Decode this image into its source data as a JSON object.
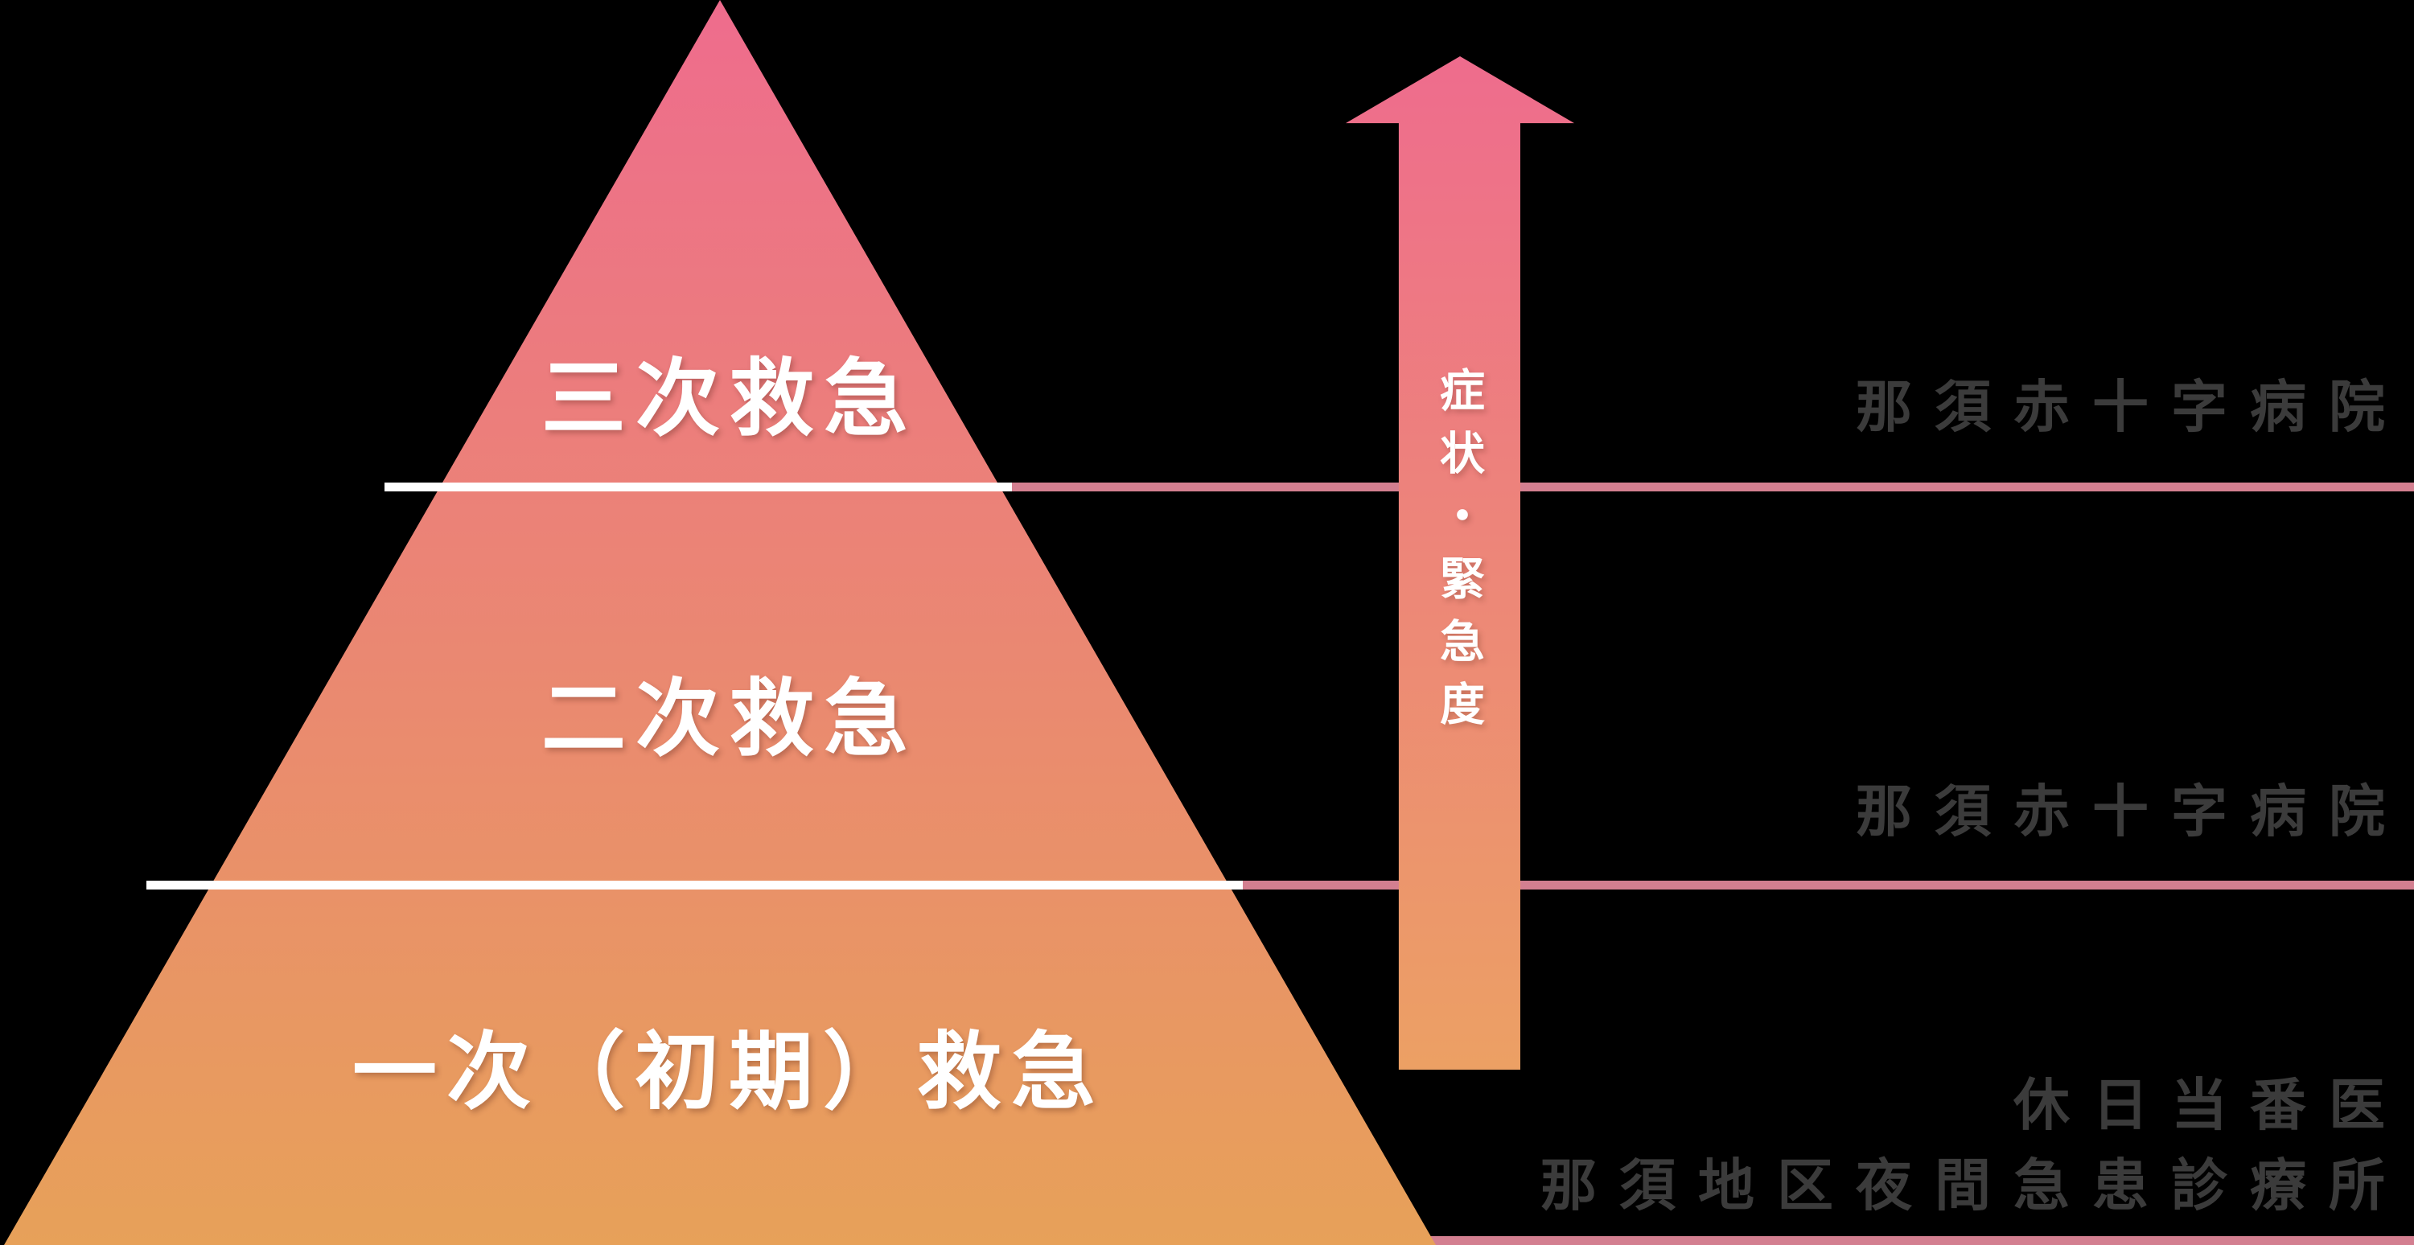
{
  "diagram_title": "emergency-care-levels-pyramid",
  "colors": {
    "background": "#000000",
    "pyramid_gradient_top": "#ee6c8d",
    "pyramid_gradient_bottom": "#e7a159",
    "divider_pink": "#d37f90",
    "divider_white": "#ffffff",
    "pyramid_text": "#ffffff",
    "facility_text": "#3b3b3b"
  },
  "pyramid": {
    "levels": [
      {
        "label": "三次救急",
        "facility": "那須赤十字病院"
      },
      {
        "label": "二次救急",
        "facility": "那須赤十字病院"
      },
      {
        "label": "一次（初期）救急",
        "facility_line1": "休日当番医",
        "facility_line2": "那須地区夜間急患診療所"
      }
    ]
  },
  "arrow": {
    "label": "症状・緊急度",
    "direction": "up"
  }
}
